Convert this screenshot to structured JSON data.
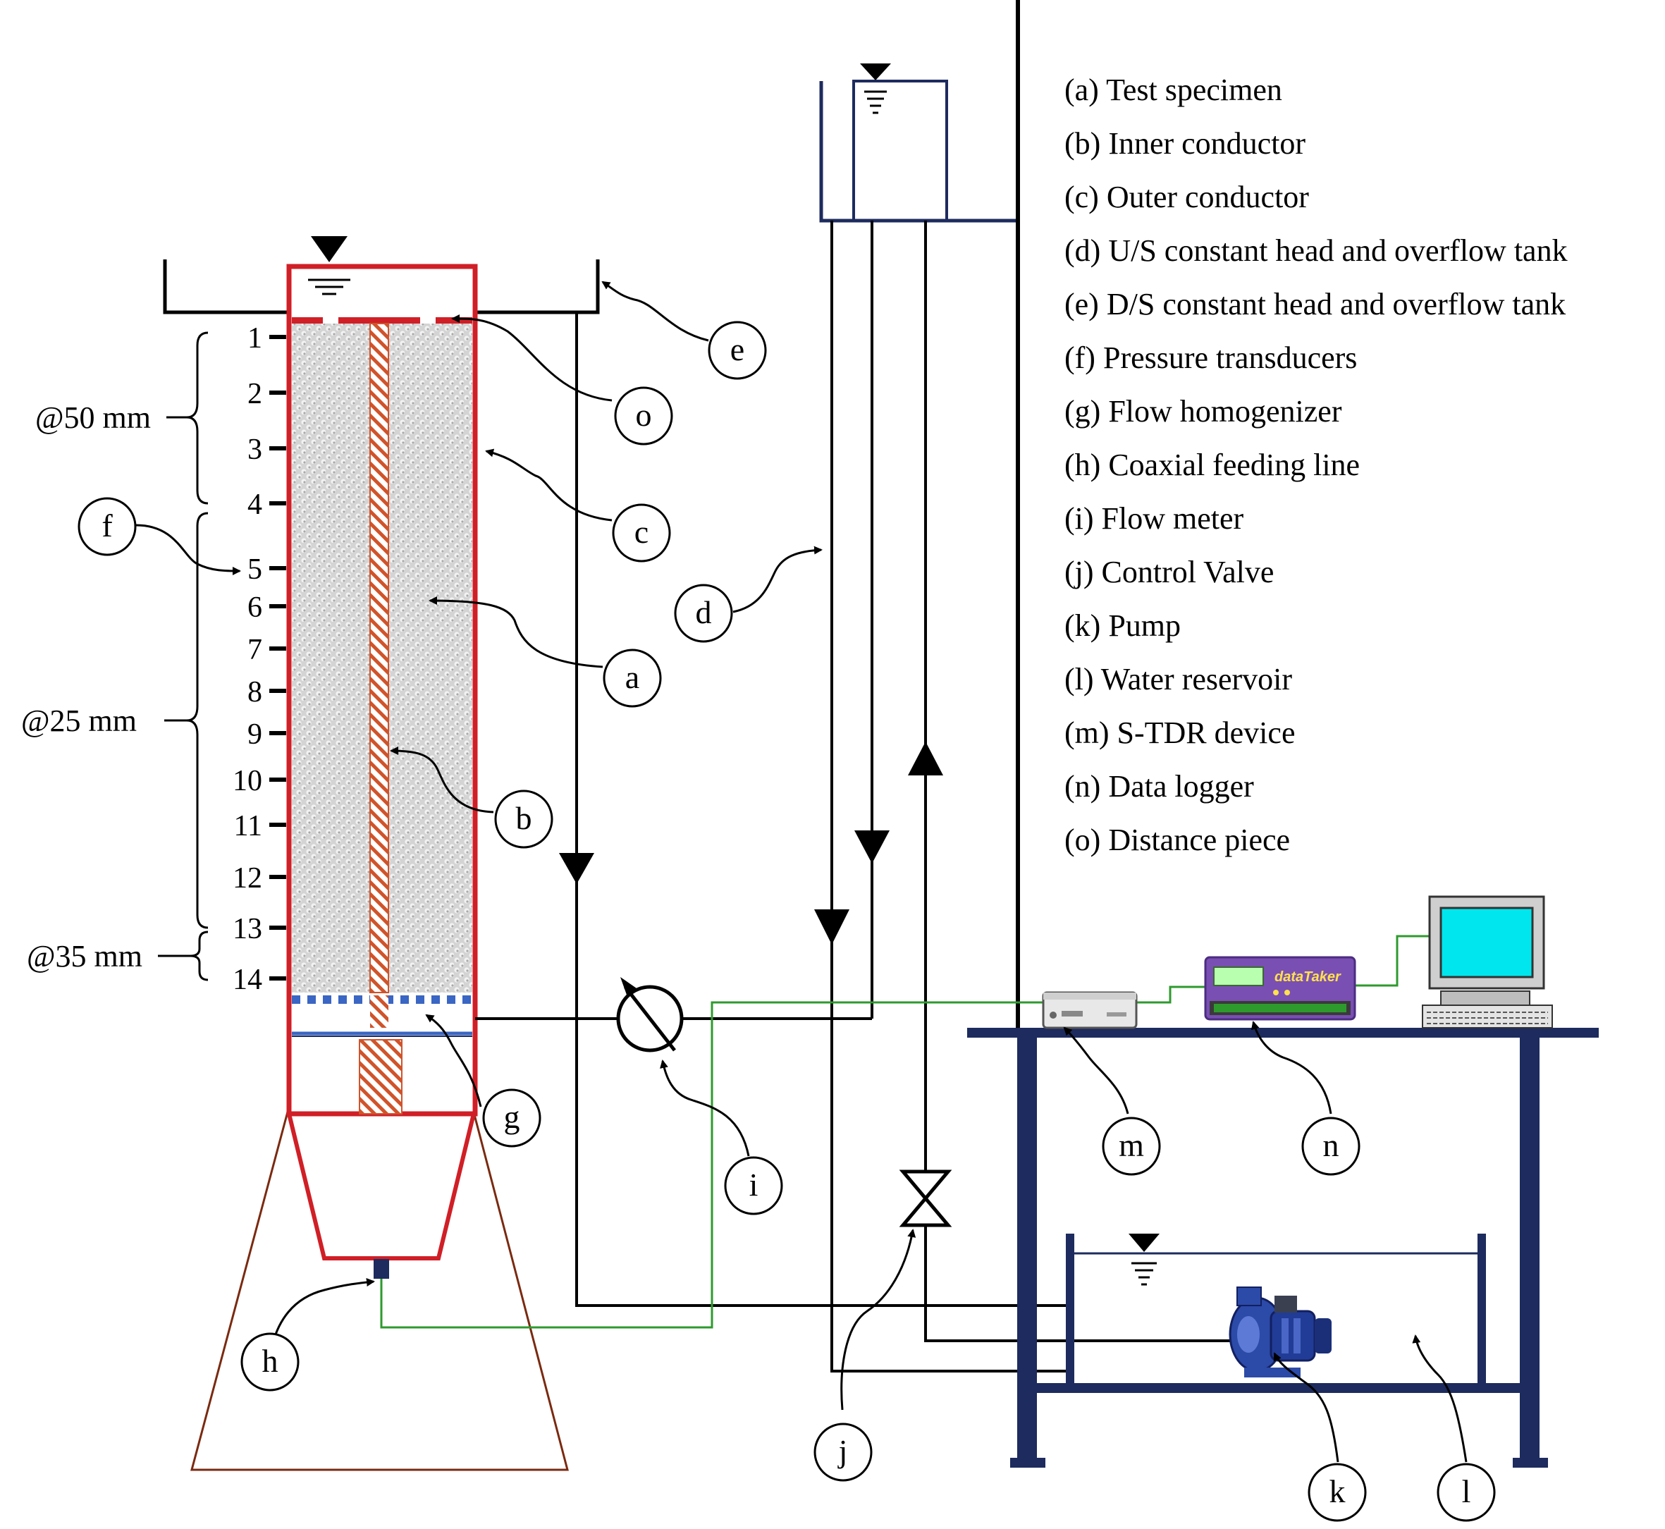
{
  "legend": [
    {
      "key": "(a)",
      "text": "Test specimen"
    },
    {
      "key": "(b)",
      "text": "Inner conductor"
    },
    {
      "key": "(c)",
      "text": "Outer conductor"
    },
    {
      "key": "(d)",
      "text": "U/S constant head and overflow tank"
    },
    {
      "key": "(e)",
      "text": "D/S constant head and overflow tank"
    },
    {
      "key": "(f)",
      "text": "Pressure transducers"
    },
    {
      "key": "(g)",
      "text": "Flow homogenizer"
    },
    {
      "key": "(h)",
      "text": "Coaxial feeding line"
    },
    {
      "key": "(i)",
      "text": "Flow meter"
    },
    {
      "key": "(j)",
      "text": "Control Valve"
    },
    {
      "key": "(k)",
      "text": "Pump"
    },
    {
      "key": "(l)",
      "text": "Water reservoir"
    },
    {
      "key": "(m)",
      "text": "S-TDR device"
    },
    {
      "key": "(n)",
      "text": "Data logger"
    },
    {
      "key": "(o)",
      "text": "Distance piece"
    }
  ],
  "spacing_labels": {
    "upper": "@50 mm",
    "middle": "@25 mm",
    "lower": "@35 mm"
  },
  "transducer_numbers": [
    "1",
    "2",
    "3",
    "4",
    "5",
    "6",
    "7",
    "8",
    "9",
    "10",
    "11",
    "12",
    "13",
    "14"
  ],
  "callouts": {
    "a": "a",
    "b": "b",
    "c": "c",
    "d": "d",
    "e": "e",
    "f": "f",
    "g": "g",
    "h": "h",
    "i": "i",
    "j": "j",
    "k": "k",
    "l": "l",
    "m": "m",
    "n": "n",
    "o": "o"
  },
  "device_text": {
    "logger_brand": "dataTaker"
  },
  "colors": {
    "column": "#d01f26",
    "inner_conductor": "#d0532a",
    "frame": "#1d2b5e",
    "signal_line": "#2e9a2e",
    "screen": "#00e6ee",
    "logger": "#7a4fb3",
    "homogenizer": "#3a66c4",
    "stand": "#7a2a10"
  }
}
